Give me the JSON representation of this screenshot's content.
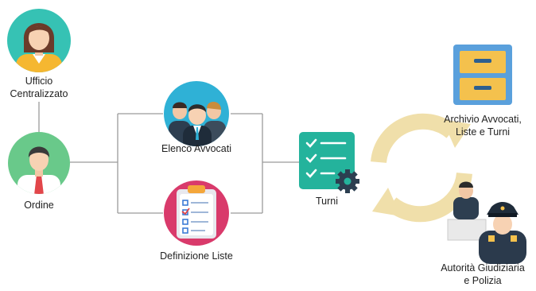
{
  "nodes": {
    "ufficio": {
      "label_line1": "Ufficio",
      "label_line2": "Centralizzato",
      "icon": "woman-avatar-icon"
    },
    "ordine": {
      "label": "Ordine",
      "icon": "man-with-tie-avatar-icon"
    },
    "elenco": {
      "label": "Elenco Avvocati",
      "icon": "group-of-lawyers-icon"
    },
    "definizione": {
      "label": "Definizione Liste",
      "icon": "checklist-clipboard-icon"
    },
    "turni": {
      "label": "Turni",
      "icon": "checklist-gear-icon"
    },
    "archivio": {
      "label_line1": "Archivio Avvocati,",
      "label_line2": "Liste e Turni",
      "icon": "filing-cabinet-icon"
    },
    "autorita": {
      "label_line1": "Autorità Giudiziaria",
      "label_line2": "e Polizia",
      "icon": "judge-and-police-officer-icon"
    }
  },
  "sync": {
    "icon": "sync-cycle-icon"
  },
  "colors": {
    "connector": "#9a9a9a",
    "teal": "#24b39c",
    "sync_arrow": "#f0dfaa",
    "avatar_circle_woman": "#36c2b4",
    "avatar_circle_man": "#69c98a",
    "cabinet_blue": "#5aa0dc",
    "cabinet_drawer": "#f4c14d"
  }
}
